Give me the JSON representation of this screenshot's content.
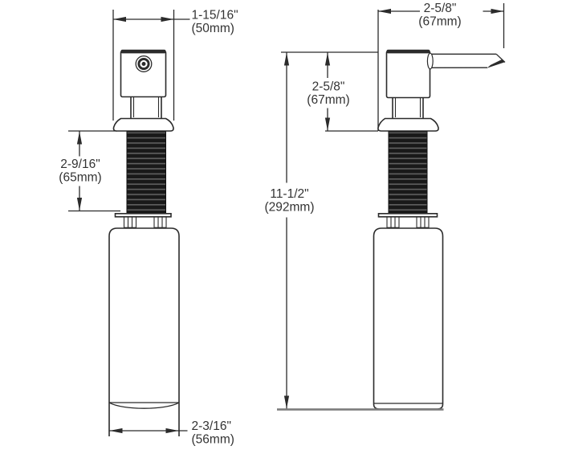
{
  "dimensions": {
    "head_width": {
      "imperial": "1-15/16\"",
      "metric": "(50mm)"
    },
    "shank_length": {
      "imperial": "2-9/16\"",
      "metric": "(65mm)"
    },
    "bottle_width": {
      "imperial": "2-3/16\"",
      "metric": "(56mm)"
    },
    "spout_reach": {
      "imperial": "2-5/8\"",
      "metric": "(67mm)"
    },
    "head_height": {
      "imperial": "2-5/8\"",
      "metric": "(67mm)"
    },
    "overall_height": {
      "imperial": "11-1/2\"",
      "metric": "(292mm)"
    }
  },
  "colors": {
    "line": "#2b2b2b",
    "text": "#333333",
    "thread_dark": "#191919",
    "thread_ridge": "#606060",
    "ground_line": "#7d7d7d",
    "background": "#ffffff"
  }
}
